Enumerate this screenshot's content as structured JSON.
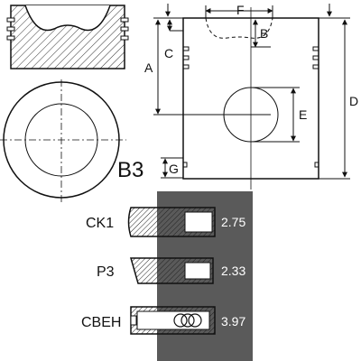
{
  "view_label": "B3",
  "dimensions": {
    "A": "A",
    "B": "B",
    "C": "C",
    "D": "D",
    "E": "E",
    "F": "F",
    "G": "G"
  },
  "rings": [
    {
      "name": "CK1",
      "value": "2.75"
    },
    {
      "name": "P3",
      "value": "2.33"
    },
    {
      "name": "CBEH",
      "value": "3.97"
    }
  ],
  "colors": {
    "panel": "#5a5a5a",
    "line": "#111111",
    "hatch": "#333333"
  }
}
